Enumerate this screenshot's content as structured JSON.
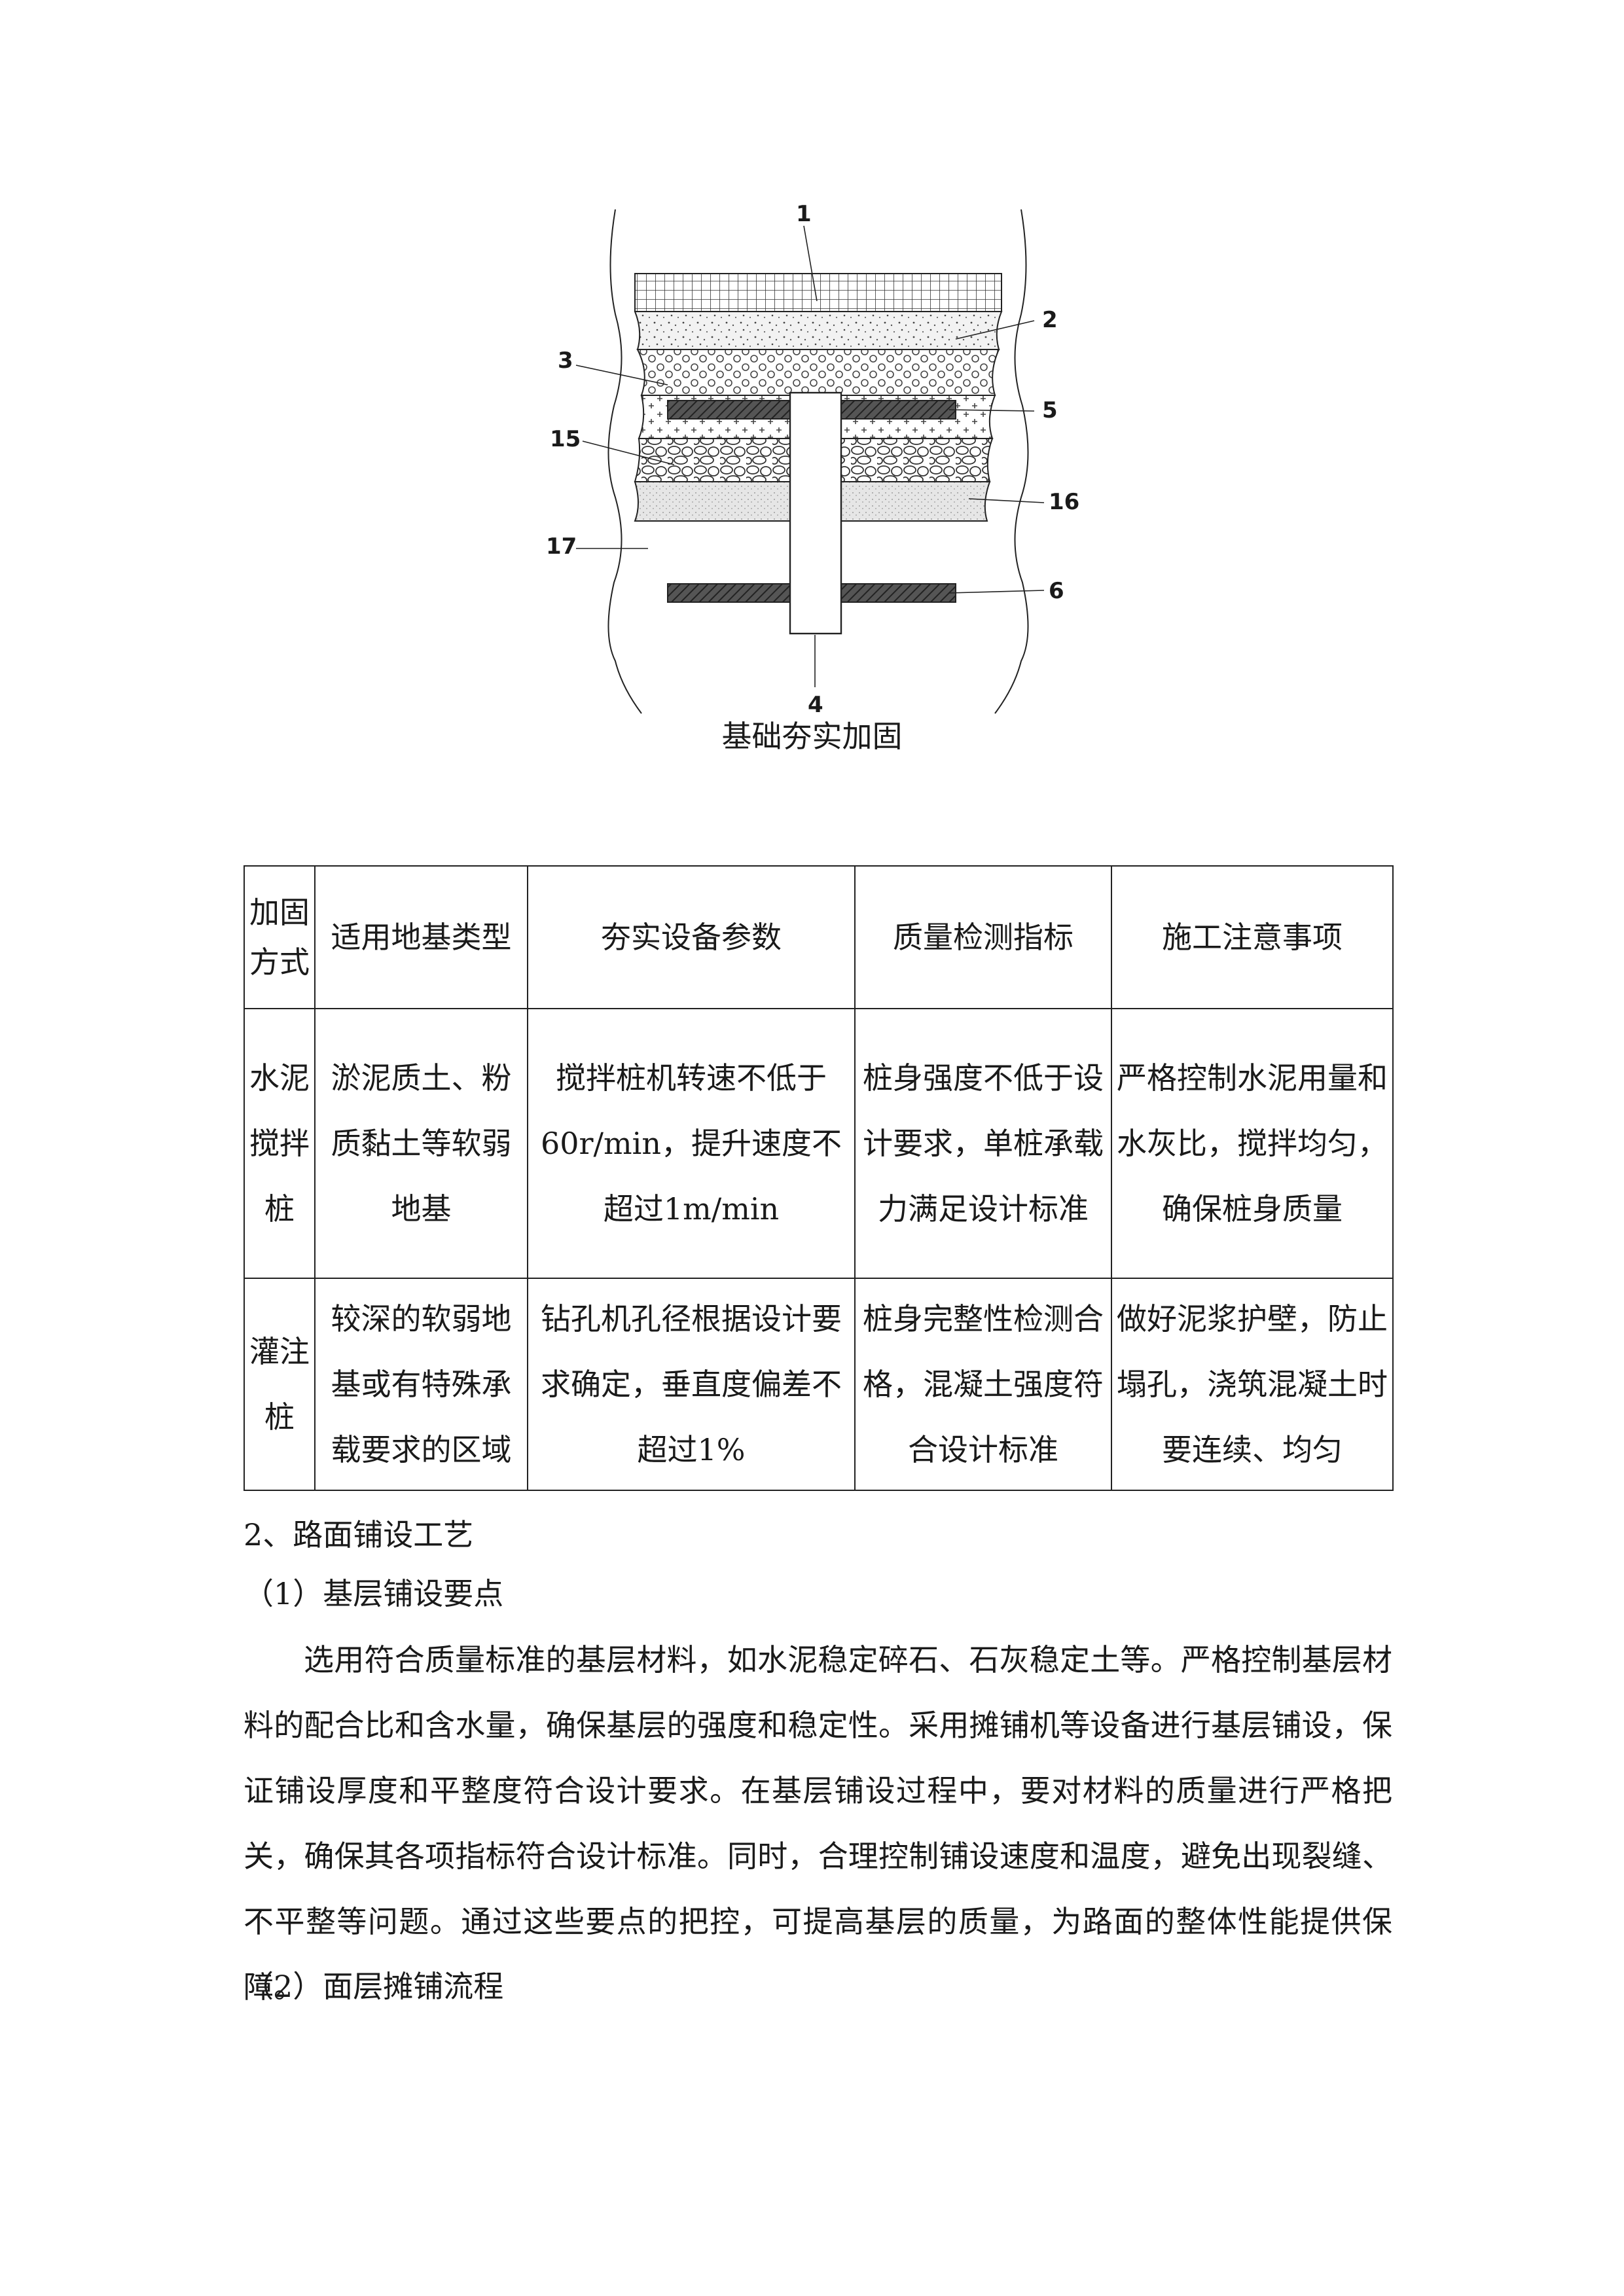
{
  "figure": {
    "caption": "基础夯实加固",
    "labels": {
      "l1": "1",
      "l2": "2",
      "l3": "3",
      "l4": "4",
      "l5": "5",
      "l6": "6",
      "l15": "15",
      "l16": "16",
      "l17": "17"
    }
  },
  "table": {
    "headers": [
      "加固方式",
      "适用地基类型",
      "夯实设备参数",
      "质量检测指标",
      "施工注意事项"
    ],
    "rows": [
      {
        "method": "水泥搅拌桩",
        "soil": "淤泥质土、粉质黏土等软弱地基",
        "equipment": "搅拌桩机转速不低于60r/min，提升速度不超过1m/min",
        "quality": "桩身强度不低于设计要求，单桩承载力满足设计标准",
        "notes": "严格控制水泥用量和水灰比，搅拌均匀，确保桩身质量"
      },
      {
        "method": "灌注桩",
        "soil": "较深的软弱地基或有特殊承载要求的区域",
        "equipment": "钻孔机孔径根据设计要求确定，垂直度偏差不超过1%",
        "quality": "桩身完整性检测合格，混凝土强度符合设计标准",
        "notes": "做好泥浆护壁，防止塌孔，浇筑混凝土时要连续、均匀"
      }
    ]
  },
  "section": {
    "title": "2、路面铺设工艺",
    "sub1": "（1）基层铺设要点",
    "paragraph": "选用符合质量标准的基层材料，如水泥稳定碎石、石灰稳定土等。严格控制基层材料的配合比和含水量，确保基层的强度和稳定性。采用摊铺机等设备进行基层铺设，保证铺设厚度和平整度符合设计要求。在基层铺设过程中，要对材料的质量进行严格把关，确保其各项指标符合设计标准。同时，合理控制铺设速度和温度，避免出现裂缝、不平整等问题。通过这些要点的把控，可提高基层的质量，为路面的整体性能提供保障。",
    "sub2": "（2）面层摊铺流程"
  }
}
